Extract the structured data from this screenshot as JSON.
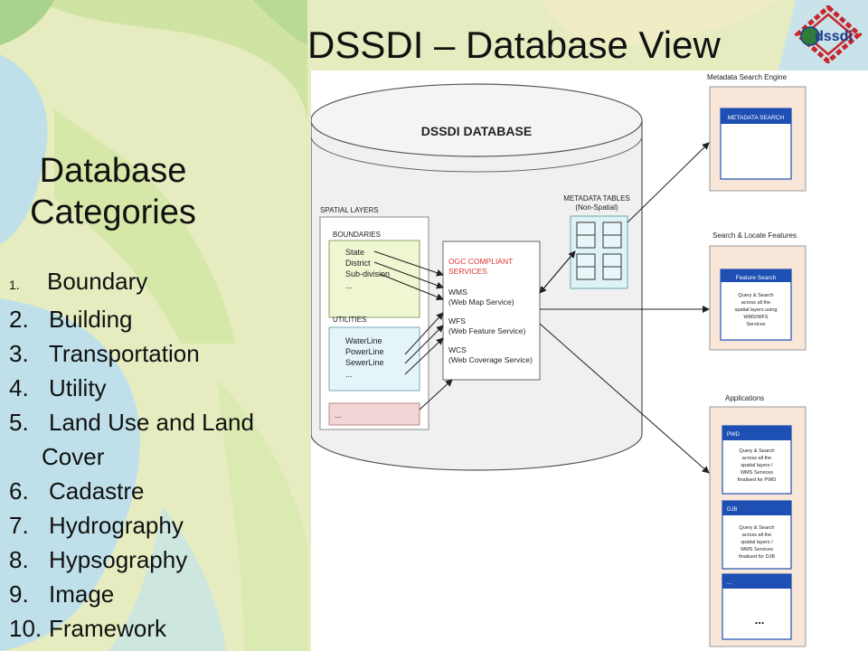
{
  "slide": {
    "title": "DSSDI – Database View",
    "logo_text": "dssdi",
    "colors": {
      "logo_red": "#c8262c",
      "logo_blue": "#1f3a8a",
      "panel_header": "#1e50b4"
    }
  },
  "categories": {
    "heading": [
      "Database",
      "Categories"
    ],
    "items": [
      {
        "num": "1.",
        "label": "Boundary"
      },
      {
        "num": "2.",
        "label": "Building"
      },
      {
        "num": "3.",
        "label": "Transportation"
      },
      {
        "num": "4.",
        "label": "Utility"
      },
      {
        "num": "5.",
        "label": "Land Use and Land",
        "cont": "Cover"
      },
      {
        "num": "6.",
        "label": "Cadastre"
      },
      {
        "num": "7.",
        "label": "Hydrography"
      },
      {
        "num": "8.",
        "label": "Hypsography"
      },
      {
        "num": "9.",
        "label": "Image"
      },
      {
        "num": "10.",
        "label": "Framework"
      }
    ]
  },
  "diagram": {
    "database_title": "DSSDI DATABASE",
    "spatial_layers": {
      "title": "SPATIAL LAYERS",
      "boundaries": {
        "title": "BOUNDARIES",
        "items": [
          "State",
          "District",
          "Sub-division",
          "..."
        ]
      },
      "utilities": {
        "title": "UTILITIES",
        "items": [
          "WaterLine",
          "PowerLine",
          "SewerLine",
          "..."
        ]
      },
      "other": "..."
    },
    "ogc": {
      "title": [
        "OGC COMPLIANT",
        "SERVICES"
      ],
      "services": [
        {
          "name": "WMS",
          "desc": "(Web Map Service)"
        },
        {
          "name": "WFS",
          "desc": "(Web Feature Service)"
        },
        {
          "name": "WCS",
          "desc": "(Web Coverage Service)"
        }
      ]
    },
    "metadata_tables": {
      "title": [
        "METADATA TABLES",
        "(Non-Spatial)"
      ]
    },
    "metadata_engine": {
      "label": "Metadata Search Engine",
      "header": "METADATA SEARCH"
    },
    "search_features": {
      "label": "Search & Locate Features",
      "header": "Feature Search",
      "body": [
        "Query & Search",
        "across all the",
        "spatial layers using",
        "WMS/WFS",
        "Services"
      ]
    },
    "applications": {
      "label": "Applications",
      "apps": [
        {
          "header": "PWD",
          "body": [
            "Query & Search",
            "across all the",
            "spatial layers /",
            "WMS Services",
            "finalised for PWD"
          ]
        },
        {
          "header": "DJB",
          "body": [
            "Query & Search",
            "across all the",
            "spatial layers /",
            "WMS Services",
            "finalised for DJB"
          ]
        },
        {
          "header": "...",
          "body": [
            "..."
          ]
        }
      ]
    }
  }
}
